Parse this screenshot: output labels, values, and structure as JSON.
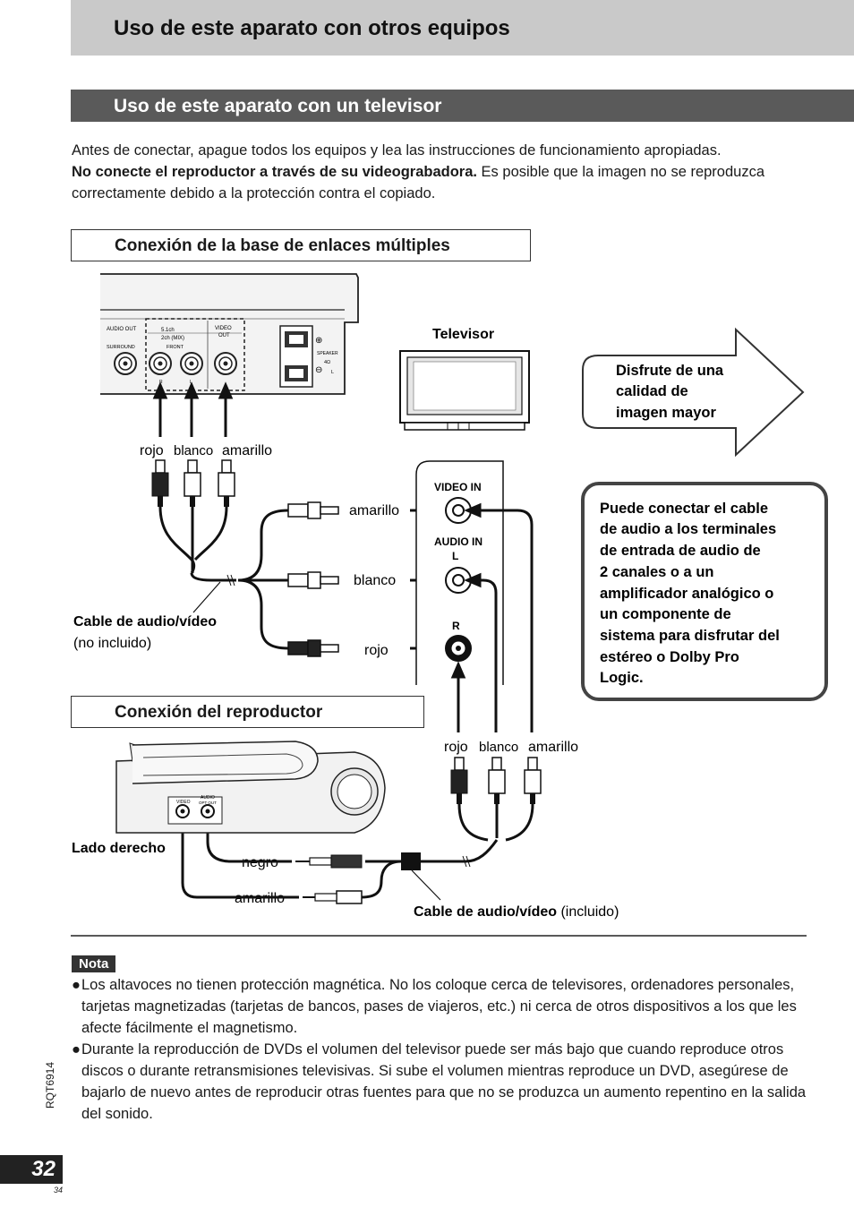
{
  "header": {
    "title": "Uso de este aparato con otros equipos",
    "subtitle": "Uso de este aparato con un televisor"
  },
  "intro": {
    "line1": "Antes de conectar, apague todos los equipos y lea las instrucciones de funcionamiento apropiadas.",
    "bold": "No conecte el reproductor a través de su videograbadora.",
    "rest": " Es posible que la imagen no se reproduzca correctamente debido a la protección contra el copiado."
  },
  "section1": {
    "title": "Conexión de la base de enlaces múltiples",
    "dock_panel": {
      "audio_out": "AUDIO OUT",
      "surround": "SURROUND",
      "ch51": "5.1ch",
      "mix": "2ch (MIX)",
      "front": "FRONT",
      "video_out_1": "VIDEO",
      "video_out_2": "OUT",
      "speaker": "SPEAKER",
      "ohm": "4Ω",
      "l": "L",
      "r": "R",
      "plus": "⊕",
      "minus": "⊖"
    },
    "plug_labels": {
      "rojo": "rojo",
      "blanco": "blanco",
      "amarillo": "amarillo"
    },
    "cable_label": "Cable de audio/vídeo",
    "cable_note": "(no incluido)",
    "side_labels": {
      "amarillo": "amarillo",
      "blanco": "blanco",
      "rojo": "rojo"
    }
  },
  "tv": {
    "label": "Televisor",
    "video_in": "VIDEO IN",
    "audio_in": "AUDIO IN",
    "l": "L",
    "r": "R"
  },
  "callouts": {
    "arrow_text": [
      "Disfrute de una",
      "calidad de",
      "imagen mayor"
    ],
    "box_text": [
      "Puede conectar el cable",
      "de audio a los terminales",
      "de entrada de audio de",
      "2 canales o a un",
      "amplificador analógico o",
      "un componente de",
      "sistema para disfrutar del",
      "estéreo o Dolby Pro",
      "Logic."
    ]
  },
  "section2": {
    "title": "Conexión del reproductor",
    "side": "Lado derecho",
    "jack_video": "VIDEO",
    "jack_audio_1": "AUDIO",
    "jack_audio_2": "OPT OUT",
    "plug_labels": {
      "rojo": "rojo",
      "blanco": "blanco",
      "amarillo": "amarillo"
    },
    "negro": "negro",
    "amarillo": "amarillo",
    "cable_label": "Cable de audio/vídeo",
    "cable_note": " (incluido)"
  },
  "notes": {
    "badge": "Nota",
    "bullet": "●",
    "items": [
      "Los altavoces no tienen protección magnética. No los coloque cerca de televisores, ordenadores personales, tarjetas magnetizadas (tarjetas de bancos, pases de viajeros, etc.) ni cerca de otros dispositivos a los que les afecte fácilmente el magnetismo.",
      "Durante la reproducción de DVDs el volumen del televisor puede ser más bajo que cuando reproduce otros discos o durante retransmisiones televisivas. Si sube el volumen mientras reproduce un DVD, asegúrese de bajarlo de nuevo antes de reproducir otras fuentes para que no se produzca un aumento repentino en la salida del sonido."
    ]
  },
  "footer": {
    "model": "RQT6914",
    "page": "32",
    "small": "34"
  }
}
